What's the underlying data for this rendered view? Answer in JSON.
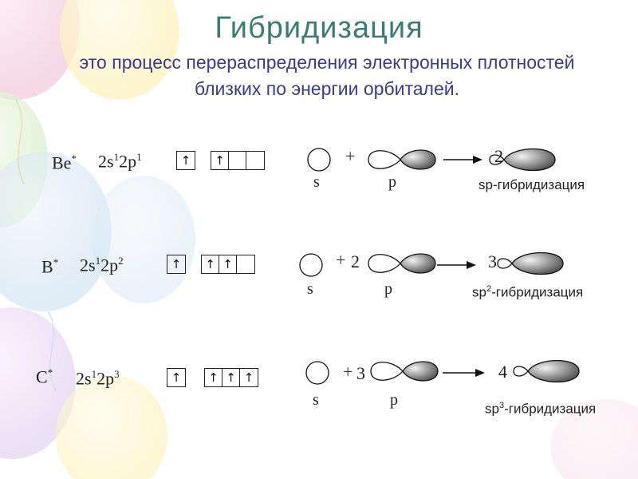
{
  "title": "Гибридизация",
  "subtitle": "это процесс перераспределения электронных плотностей близких по энергии орбиталей.",
  "rows": [
    {
      "element": "Be",
      "star": "*",
      "config": {
        "s_pre": "2s",
        "s_exp": "1",
        "p_pre": "2p",
        "p_exp": "1"
      },
      "s_electrons": 1,
      "p_electrons": 1,
      "s_label": "s",
      "plus": "+",
      "p_coef": "",
      "p_label": "p",
      "result_coef": "2",
      "hyb_pre": "sp",
      "hyb_exp": "",
      "hyb_suffix": "-гибридизация"
    },
    {
      "element": "B",
      "star": "*",
      "config": {
        "s_pre": "2s",
        "s_exp": "1",
        "p_pre": "2p",
        "p_exp": "2"
      },
      "s_electrons": 1,
      "p_electrons": 2,
      "s_label": "s",
      "plus": "+",
      "p_coef": "2",
      "p_label": "p",
      "result_coef": "3",
      "hyb_pre": "sp",
      "hyb_exp": "2",
      "hyb_suffix": "-гибридизация"
    },
    {
      "element": "C",
      "star": "*",
      "config": {
        "s_pre": "2s",
        "s_exp": "1",
        "p_pre": "2p",
        "p_exp": "3"
      },
      "s_electrons": 1,
      "p_electrons": 3,
      "s_label": "s",
      "plus": "+",
      "p_coef": "3",
      "p_label": "p",
      "result_coef": "4",
      "hyb_pre": "sp",
      "hyb_exp": "3",
      "hyb_suffix": "-гибридизация"
    }
  ],
  "colors": {
    "title": "#3c7c72",
    "subtitle": "#3b3a8c",
    "lobe_dark": "#555555",
    "lobe_light": "#f2f2f2"
  },
  "icons": {
    "electron": "up-arrow",
    "s_orbital": "circle",
    "p_orbital": "dumbbell",
    "hybrid_orbital": "asymmetric-lobe"
  }
}
